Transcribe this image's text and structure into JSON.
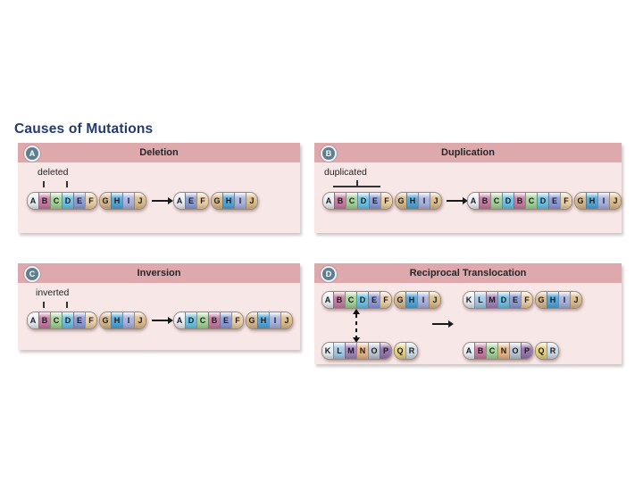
{
  "title": "Causes of Mutations",
  "colors": {
    "title_text": "#223a6d",
    "panel_header_bg": "#dda9ac",
    "panel_body_bg": "#f8e7e7",
    "badge_bg": "#5f7e8f",
    "panel_title_text": "#262626",
    "annotation_text": "#222222"
  },
  "segment_colors": {
    "A": "#e9eff4",
    "B": "#c97da6",
    "C": "#a6d49b",
    "D": "#6fc4e6",
    "E": "#8f9fd8",
    "F": "#eccfa4",
    "G": "#d8ba8c",
    "H": "#55a8da",
    "I": "#aab4e0",
    "J": "#ddbe8d",
    "K": "#e6edf2",
    "L": "#a3cbe8",
    "M": "#a287bb",
    "N": "#edb887",
    "O": "#bfc9d6",
    "P": "#9b77b2",
    "Q": "#e7d47e",
    "R": "#cfdde9"
  },
  "panels": [
    {
      "badge": "A",
      "title": "Deletion",
      "annotation": "deleted",
      "original": [
        [
          "A",
          "B",
          "C",
          "D",
          "E",
          "F"
        ],
        [
          "G",
          "H",
          "I",
          "J"
        ]
      ],
      "result": [
        [
          "A",
          "E",
          "F"
        ],
        [
          "G",
          "H",
          "I",
          "J"
        ]
      ]
    },
    {
      "badge": "B",
      "title": "Duplication",
      "annotation": "duplicated",
      "original": [
        [
          "A",
          "B",
          "C",
          "D",
          "E",
          "F"
        ],
        [
          "G",
          "H",
          "I",
          "J"
        ]
      ],
      "result": [
        [
          "A",
          "B",
          "C",
          "D",
          "B",
          "C",
          "D",
          "E",
          "F"
        ],
        [
          "G",
          "H",
          "I",
          "J"
        ]
      ]
    },
    {
      "badge": "C",
      "title": "Inversion",
      "annotation": "inverted",
      "original": [
        [
          "A",
          "B",
          "C",
          "D",
          "E",
          "F"
        ],
        [
          "G",
          "H",
          "I",
          "J"
        ]
      ],
      "result": [
        [
          "A",
          "D",
          "C",
          "B",
          "E",
          "F"
        ],
        [
          "G",
          "H",
          "I",
          "J"
        ]
      ]
    },
    {
      "badge": "D",
      "title": "Reciprocal Translocation",
      "top_left": [
        [
          "A",
          "B",
          "C",
          "D",
          "E",
          "F"
        ],
        [
          "G",
          "H",
          "I",
          "J"
        ]
      ],
      "bottom_left": [
        [
          "K",
          "L",
          "M",
          "N",
          "O",
          "P"
        ],
        [
          "Q",
          "R"
        ]
      ],
      "top_right": [
        [
          "K",
          "L",
          "M",
          "D",
          "E",
          "F"
        ],
        [
          "G",
          "H",
          "I",
          "J"
        ]
      ],
      "bottom_right": [
        [
          "A",
          "B",
          "C",
          "N",
          "O",
          "P"
        ],
        [
          "Q",
          "R"
        ]
      ]
    }
  ]
}
